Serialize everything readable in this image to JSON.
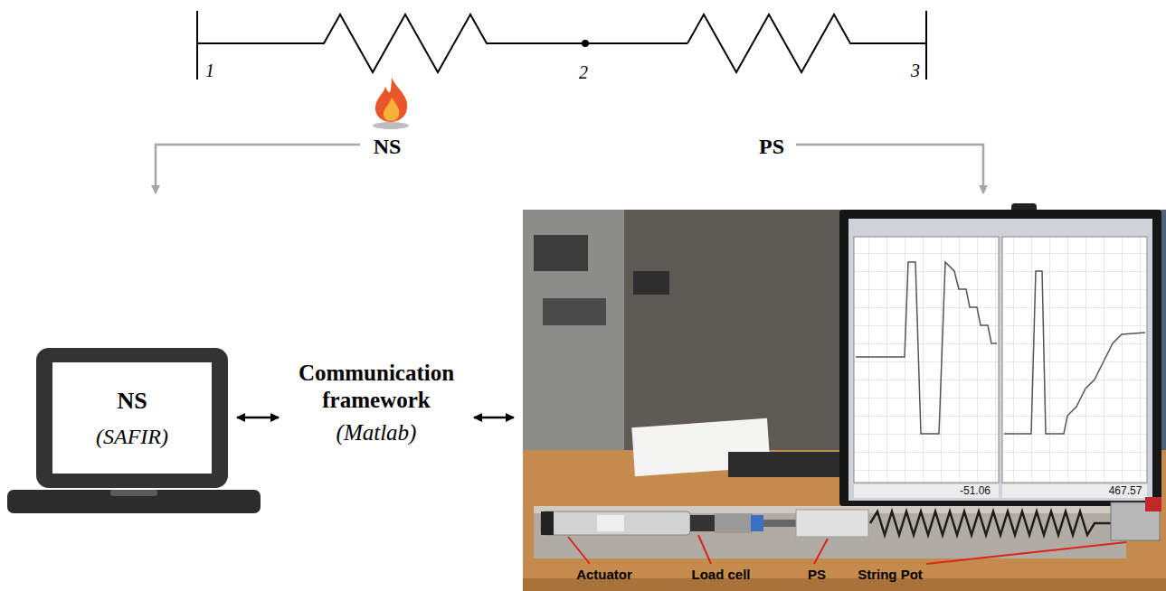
{
  "diagram": {
    "nodes": [
      {
        "text": [
          "NS",
          "(SAFIR)"
        ]
      },
      {
        "text": [
          "Communication framework",
          "(Matlab)"
        ]
      },
      {
        "text": [
          "Actuator",
          "Load cell",
          "PS",
          "String Pot"
        ]
      }
    ],
    "edges": [
      {
        "from": 0,
        "to": 1,
        "arrow": "both"
      },
      {
        "from": 1,
        "to": 2,
        "arrow": "both"
      }
    ],
    "labels": [
      "1",
      "2",
      "3",
      "NS",
      "PS",
      "-51.06",
      "467.57"
    ]
  }
}
